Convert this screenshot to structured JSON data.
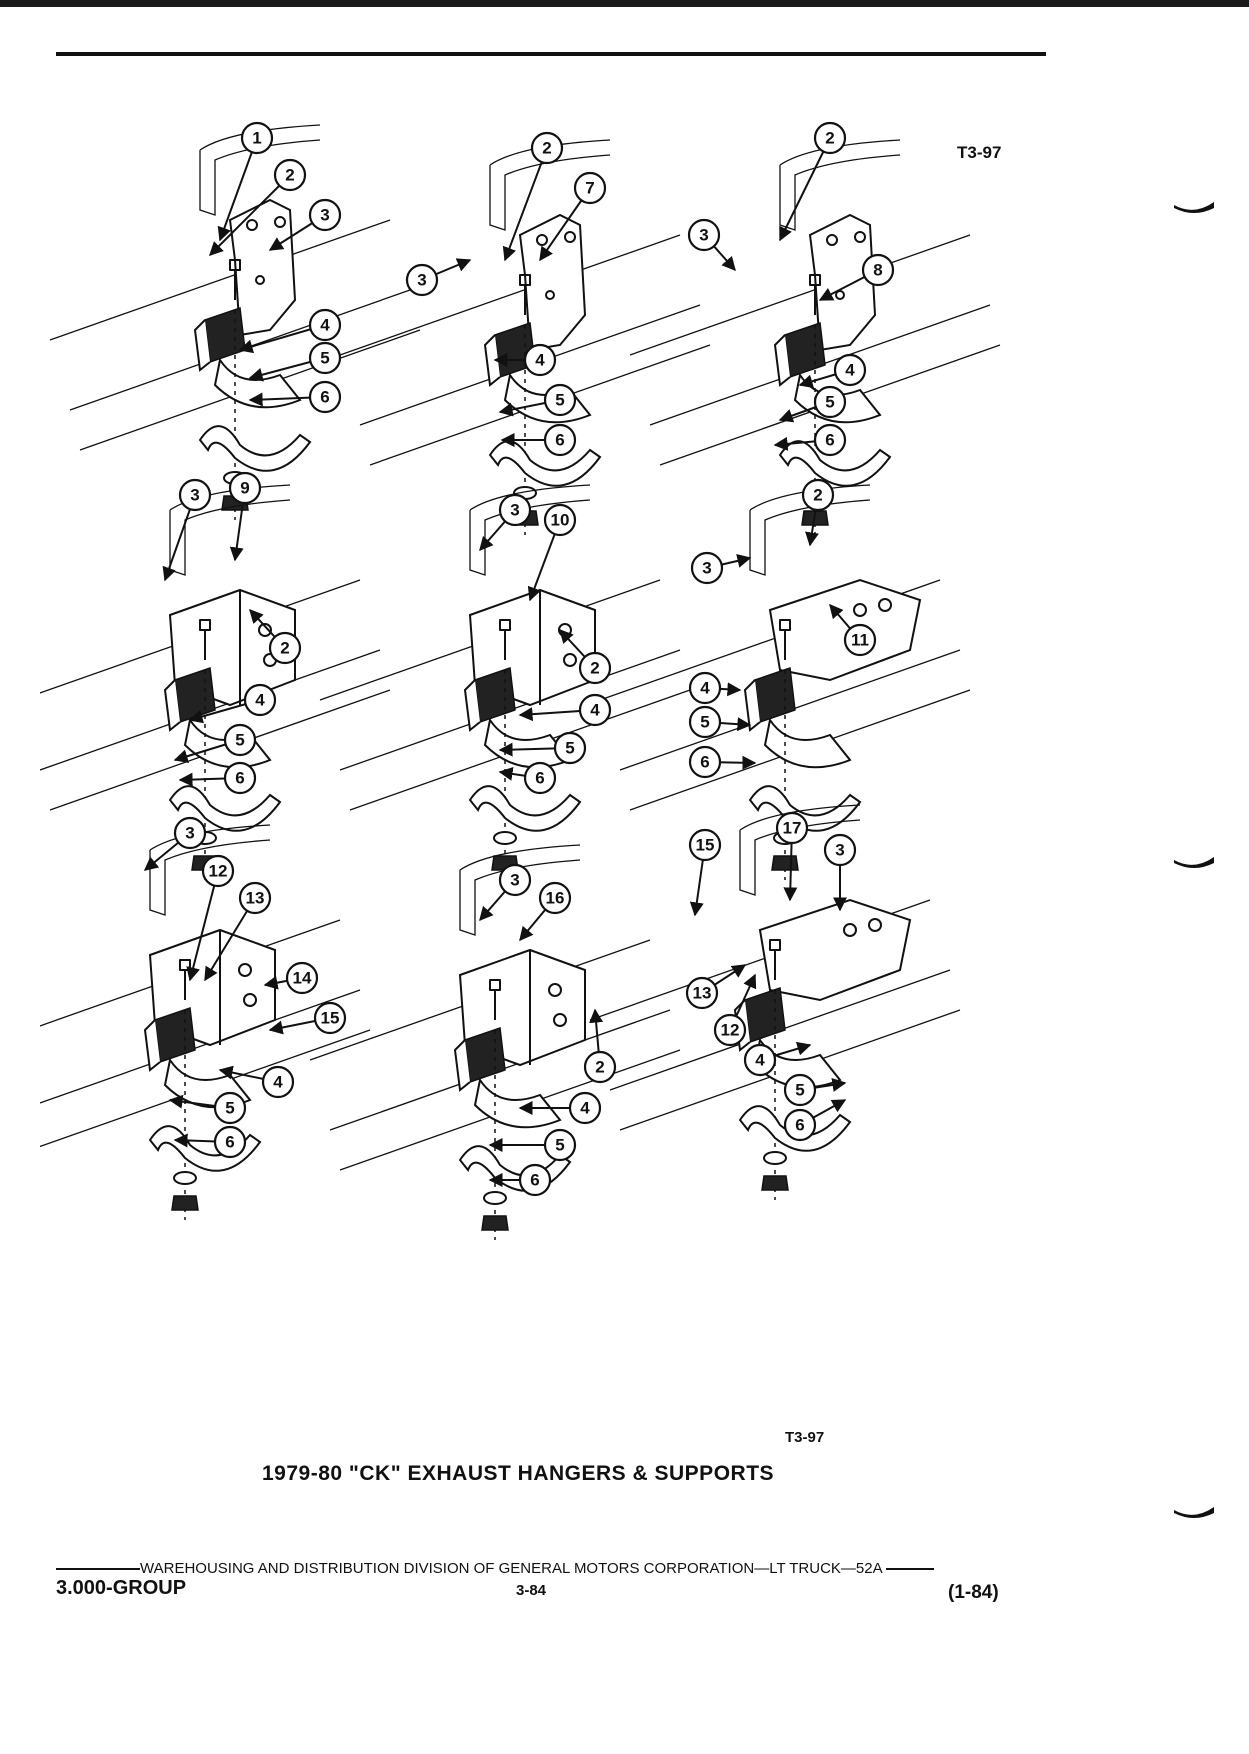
{
  "figure": {
    "code": "T3-97",
    "caption": "1979-80 \"CK\" EXHAUST HANGERS & SUPPORTS",
    "callout_numbers": [
      "1",
      "2",
      "3",
      "4",
      "5",
      "6",
      "7",
      "8",
      "9",
      "10",
      "11",
      "12",
      "13",
      "14",
      "15",
      "16",
      "17"
    ]
  },
  "footer": {
    "publisher": "WAREHOUSING AND DISTRIBUTION  DIVISION OF GENERAL MOTORS CORPORATION—LT TRUCK—52A",
    "group": "3.000-GROUP",
    "page": "3-84",
    "date": "(1-84)"
  }
}
